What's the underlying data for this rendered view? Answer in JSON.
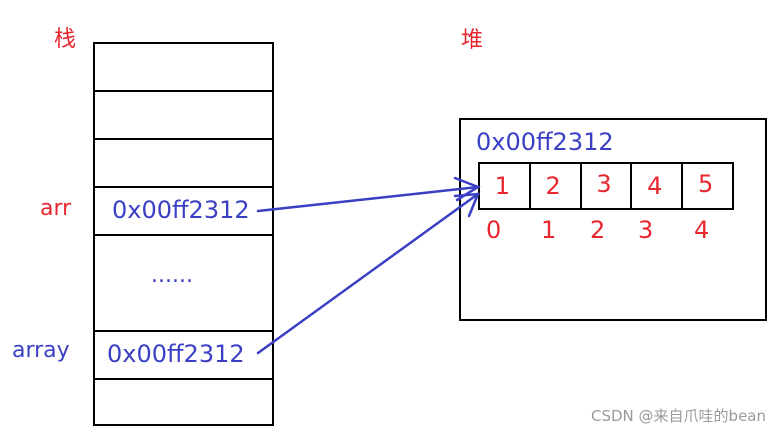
{
  "stack": {
    "title": "栈",
    "arr_label": "arr",
    "arr_value": "0x00ff2312",
    "ellipsis": "......",
    "array_label": "array",
    "array_value": "0x00ff2312"
  },
  "heap": {
    "title": "堆",
    "address": "0x00ff2312",
    "cells": [
      "1",
      "2",
      "3",
      "4",
      "5"
    ],
    "indices": [
      "0",
      "1",
      "2",
      "3",
      "4"
    ]
  },
  "watermark": "CSDN @来自爪哇的bean",
  "colors": {
    "label_red": "#e8262f",
    "label_blue": "#3b3fc4",
    "arrow": "#3b3fc4"
  }
}
